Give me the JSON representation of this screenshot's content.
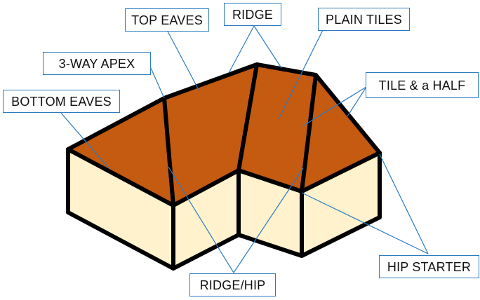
{
  "labels": {
    "top_eaves": "TOP EAVES",
    "ridge": "RIDGE",
    "plain_tiles": "PLAIN TILES",
    "three_way_apex": "3-WAY APEX",
    "tile_and_a_half": "TILE & a HALF",
    "bottom_eaves": "BOTTOM EAVES",
    "ridge_hip": "RIDGE/HIP",
    "hip_starter": "HIP STARTER"
  },
  "colors": {
    "roof": "#c55a11",
    "wall": "#fff2cc",
    "outline": "#000000",
    "leader": "#2c7bc1"
  }
}
